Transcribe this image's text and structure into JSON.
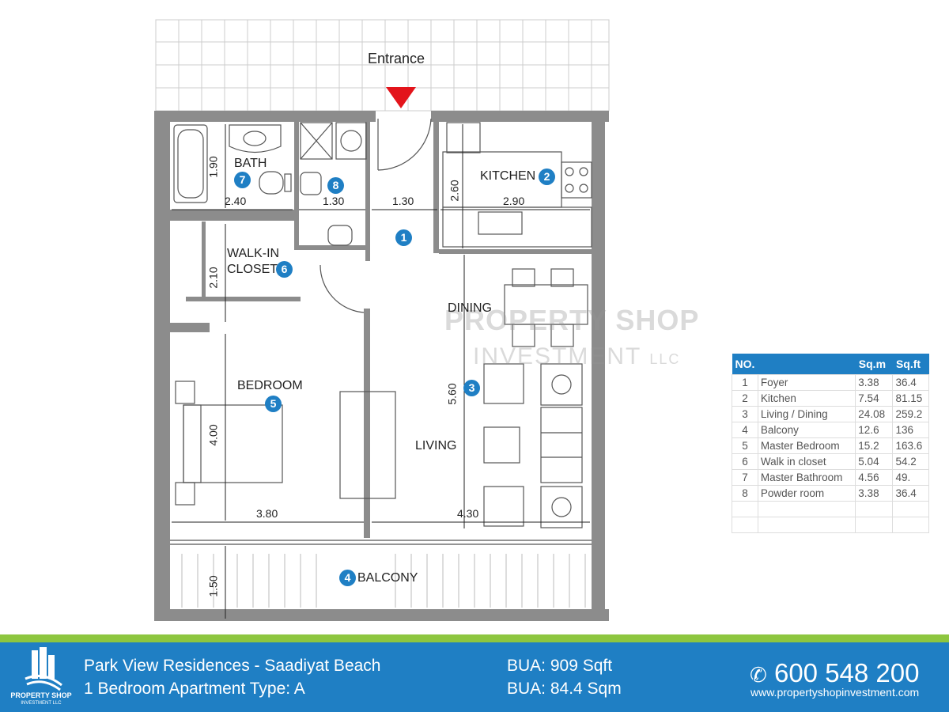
{
  "plan": {
    "entrance": "Entrance",
    "rooms": {
      "bath": "BATH",
      "kitchen": "KITCHEN",
      "walkin_line1": "WALK-IN",
      "walkin_line2": "CLOSET",
      "dining": "DINING",
      "bedroom": "BEDROOM",
      "living": "LIVING",
      "balcony": "BALCONY"
    },
    "numbers": [
      "1",
      "2",
      "3",
      "4",
      "5",
      "6",
      "7",
      "8"
    ],
    "dimensions": {
      "bath_h": "1.90",
      "bath_w": "2.40",
      "powder_w": "1.30",
      "foyer_w": "1.30",
      "kitchen_h": "2.60",
      "kitchen_w": "2.90",
      "closet_h": "2.10",
      "living_h": "5.60",
      "bedroom_h": "4.00",
      "bedroom_w": "3.80",
      "living_w": "4.30",
      "balcony_h": "1.50"
    },
    "watermark": {
      "line1": "PROPERTY SHOP",
      "line2": "INVESTMENT",
      "suffix": "LLC"
    }
  },
  "area_table": {
    "headers": [
      "NO.",
      "",
      "Sq.m",
      "Sq.ft"
    ],
    "rows": [
      [
        "1",
        "Foyer",
        "3.38",
        "36.4"
      ],
      [
        "2",
        "Kitchen",
        "7.54",
        "81.15"
      ],
      [
        "3",
        "Living / Dining",
        "24.08",
        "259.2"
      ],
      [
        "4",
        "Balcony",
        "12.6",
        "136"
      ],
      [
        "5",
        "Master Bedroom",
        "15.2",
        "163.6"
      ],
      [
        "6",
        "Walk in closet",
        "5.04",
        "54.2"
      ],
      [
        "7",
        "Master Bathroom",
        "4.56",
        "49."
      ],
      [
        "8",
        "Powder room",
        "3.38",
        "36.4"
      ]
    ],
    "empty_rows": 2
  },
  "footer": {
    "logo_line1": "PROPERTY SHOP",
    "logo_line2": "INVESTMENT LLC",
    "project": "Park View Residences - Saadiyat Beach",
    "unit": "1 Bedroom Apartment Type: A",
    "bua_sqft": "BUA: 909 Sqft",
    "bua_sqm": "BUA: 84.4 Sqm",
    "phone": "600 548 200",
    "website": "www.propertyshopinvestment.com"
  },
  "colors": {
    "brand_blue": "#1f7fc4",
    "accent_green": "#8dc63f",
    "entrance_red": "#e3141b"
  }
}
